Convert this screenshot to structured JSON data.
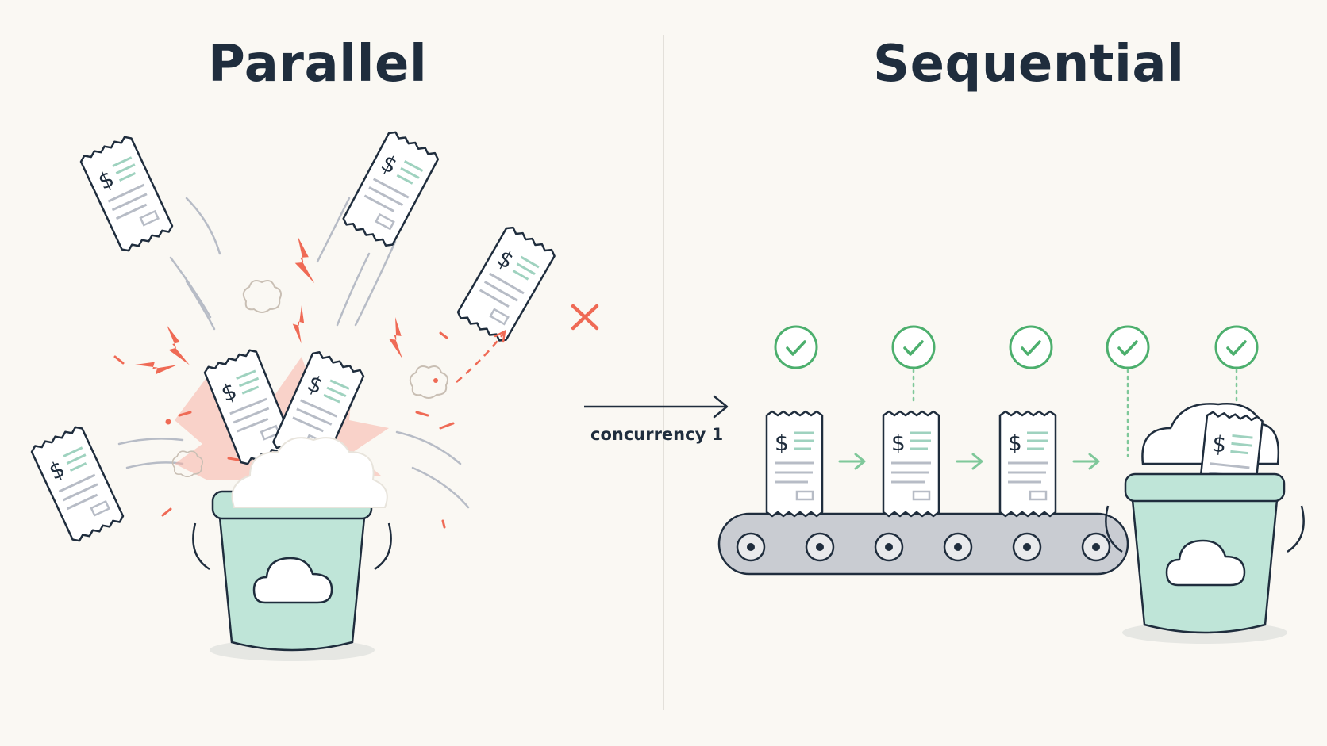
{
  "titles": {
    "parallel": "Parallel",
    "sequential": "Sequential"
  },
  "arrow_label": "concurrency 1",
  "receipt_symbol": "$",
  "icons": [
    "receipt-icon",
    "bucket-icon",
    "cloud-icon",
    "check-circle-icon",
    "cross-icon",
    "lightning-icon",
    "smoke-puff-icon",
    "conveyor-belt-icon",
    "arrow-right-icon"
  ],
  "colors": {
    "background": "#faf8f3",
    "ink": "#1f2d3d",
    "bucket_fill": "#bfe5d8",
    "accent_red": "#ef6a55",
    "accent_green": "#4caf6d",
    "line_teal": "#9fd2bf",
    "belt": "#c9ccd2"
  }
}
